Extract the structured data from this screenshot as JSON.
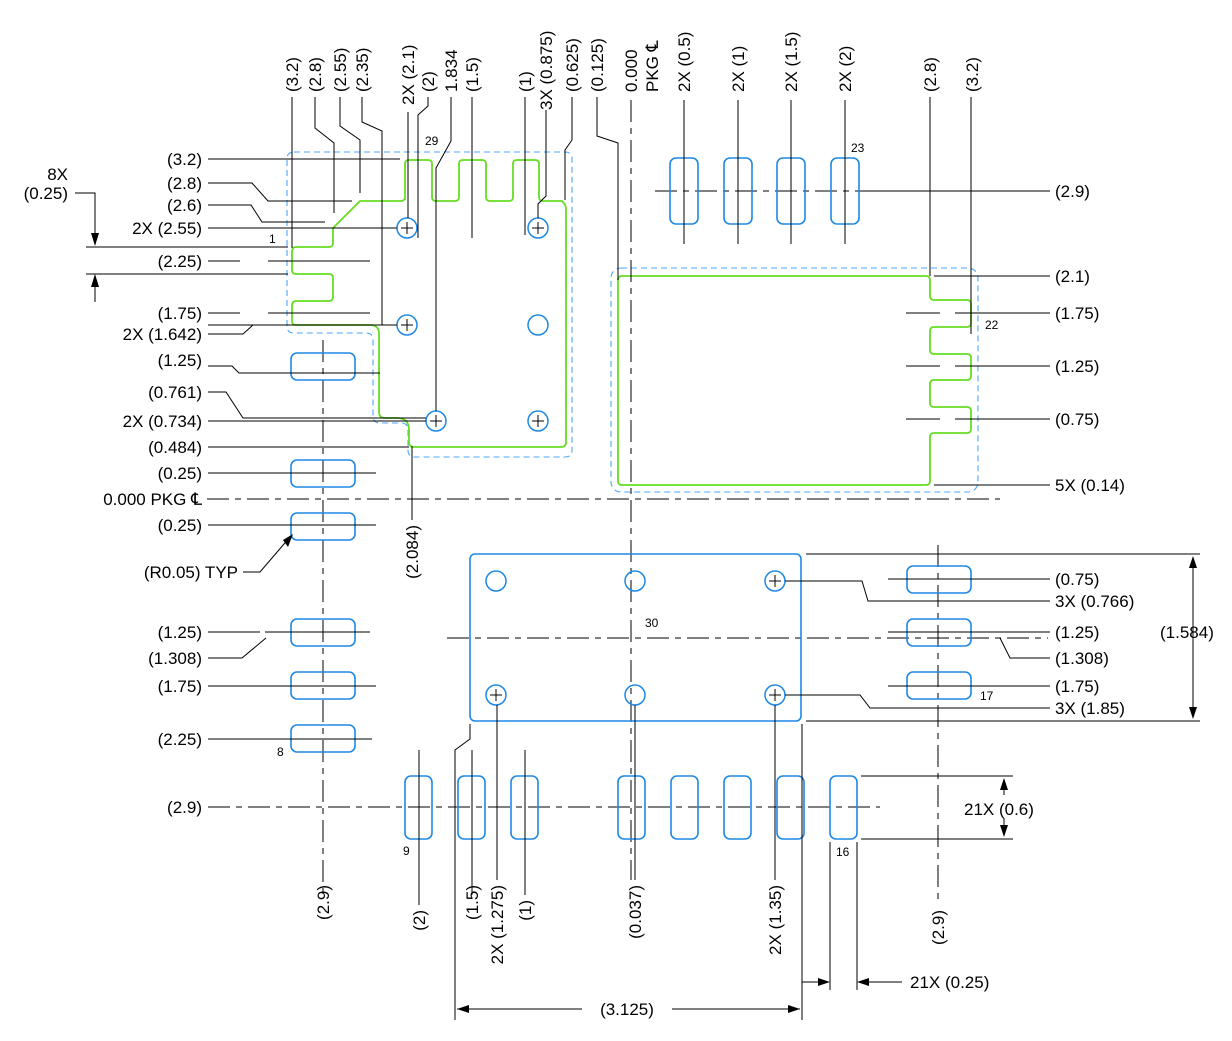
{
  "title": "Land pattern / stencil drawing",
  "colors": {
    "pad": "#1e88e5",
    "copper_outline": "#66dd22",
    "keepout": "#4da6ff",
    "dimension": "#000000"
  },
  "pin_labels": {
    "p1": "1",
    "p8": "8",
    "p9": "9",
    "p16": "16",
    "p17": "17",
    "p22": "22",
    "p23": "23",
    "p29": "29",
    "p30": "30"
  },
  "top_labels": [
    "(3.2)",
    "(2.8)",
    "(2.55)",
    "(2.35)",
    "2X (2.1)",
    "(2)",
    "1.834",
    "(1.5)",
    "(1)",
    "3X (0.875)",
    "(0.625)",
    "(0.125)",
    "0.000",
    "PKG ℄",
    "2X (0.5)",
    "2X (1)",
    "2X (1.5)",
    "2X (2)",
    "(2.8)",
    "(3.2)"
  ],
  "left_labels": [
    "8X",
    "(0.25)",
    "(3.2)",
    "(2.8)",
    "(2.6)",
    "2X (2.55)",
    "(2.25)",
    "(1.75)",
    "2X (1.642)",
    "(1.25)",
    "(0.761)",
    "2X (0.734)",
    "(0.484)",
    "(0.25)",
    "0.000 PKG ℄",
    "(0.25)",
    "(R0.05) TYP",
    "(1.25)",
    "(1.308)",
    "(1.75)",
    "(2.25)",
    "(2.9)"
  ],
  "right_labels": [
    "(2.9)",
    "(2.1)",
    "(1.75)",
    "(1.25)",
    "(0.75)",
    "5X (0.14)",
    "(0.75)",
    "3X (0.766)",
    "(1.25)",
    "(1.308)",
    "(1.75)",
    "3X (1.85)",
    "(1.584)",
    "21X (0.6)",
    "21X (0.25)"
  ],
  "bottom_labels": [
    "(2.9)",
    "(2)",
    "(1.5)",
    "2X (1.275)",
    "(1)",
    "(0.037)",
    "2X (1.35)",
    "(2.9)",
    "(3.125)"
  ],
  "vertical_mid_labels": [
    "(2.084)"
  ]
}
